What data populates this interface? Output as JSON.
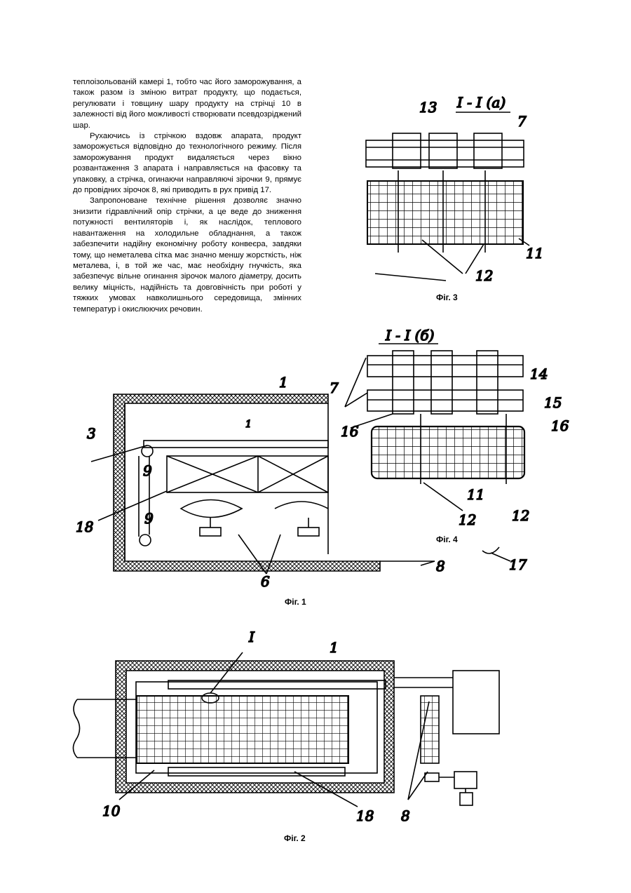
{
  "text": {
    "paragraphs": [
      "теплоізольованій камері 1, тобто час його заморожування, а також разом із зміною витрат продукту, що подається, регулювати і товщину шару продукту на стрічці 10 в залежності від його можливості створювати псевдозріджений шар.",
      "Рухаючись із стрічкою вздовж апарата, продукт заморожується відповідно до технологічного режиму. Після заморожування продукт видаляється через вікно розвантаження 3 апарата і направляється на фасовку та упаковку, а стрічка, огинаючи направляючі зірочки 9, прямує до провідних зірочок 8, які приводить в рух привід 17.",
      "Запропоноване технічне рішення дозволяє значно знизити гідравлічний опір стрічки, а це веде до зниження потужності вентиляторів і, як наслідок, теплового навантаження на холодильне обладнання, а також забезпечити надійну економічну роботу конвеєра, завдяки тому, що неметалева сітка має значно меншу жорсткість, ніж металева, і, в той же час, має необхідну гнучкість, яка забезпечує вільне огинання зірочок малого діаметру, досить велику міцність, надійність та довговічність при роботі у тяжких умовах навколишнього середовища, змінних температур і окислюючих речовин."
    ]
  },
  "fig3": {
    "caption": "Фіг. 3",
    "title": "I - I (a)",
    "labels": [
      "13",
      "7",
      "11",
      "12"
    ]
  },
  "fig4": {
    "caption": "Фіг. 4",
    "title": "I - I (б)",
    "labels": [
      "7",
      "14",
      "15",
      "16",
      "16",
      "11",
      "12",
      "12",
      "17"
    ]
  },
  "fig1": {
    "caption": "Фіг. 1",
    "labels": [
      "1",
      "3",
      "9",
      "9",
      "18",
      "6",
      "8"
    ]
  },
  "fig2": {
    "caption": "Фіг. 2",
    "labels": [
      "I",
      "1",
      "10",
      "18",
      "8"
    ]
  }
}
